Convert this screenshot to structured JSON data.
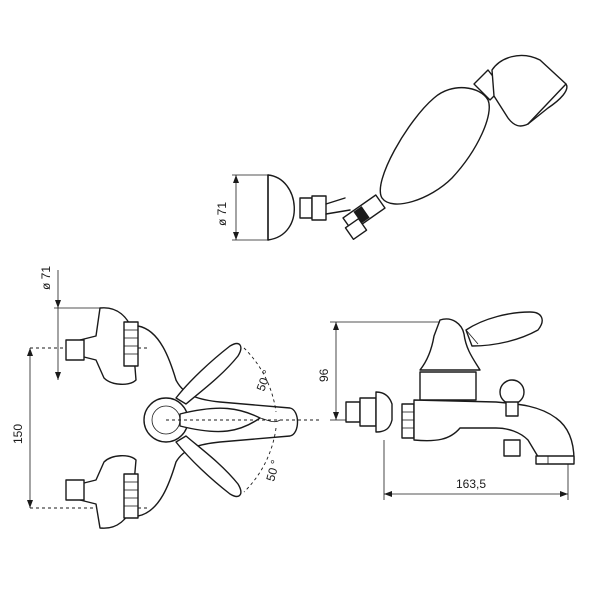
{
  "dimensions": {
    "hand_shower_bracket_diameter": "ø 71",
    "side_outlet_diameter": "ø 71",
    "height_between_inlets": "150",
    "top_view_angle_upper": "50 °",
    "top_view_angle_lower": "50 °",
    "body_height": "96",
    "spout_length": "163,5"
  }
}
